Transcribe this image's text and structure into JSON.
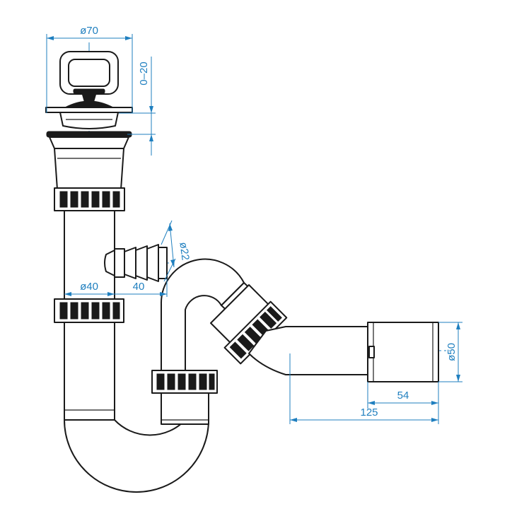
{
  "dimensions": {
    "strainer_diameter": "ø70",
    "height_adjust": "0–20",
    "hose_diameter": "ø22",
    "tube_diameter": "ø40",
    "hose_offset": "40",
    "outlet_diameter": "ø50",
    "outlet_socket_length": "54",
    "outlet_length": "125"
  },
  "colors": {
    "outline": "#1a1a1a",
    "dimension": "#1f7fbf"
  }
}
